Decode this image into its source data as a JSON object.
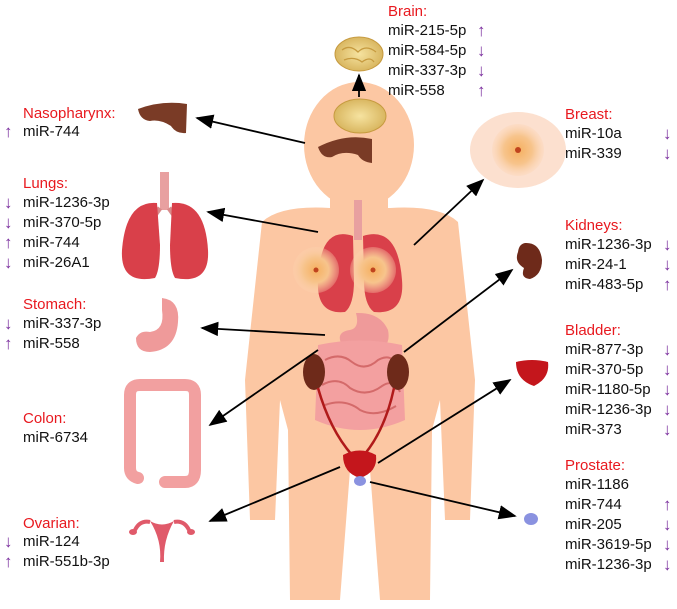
{
  "colors": {
    "title": "#e8191f",
    "up_arrow": "#7b2f9e",
    "down_arrow": "#7b2f9e",
    "skin": "#fcc7a3",
    "organ_red": "#d9404a",
    "kidney": "#6e2a1a"
  },
  "organs": {
    "brain": {
      "title": "Brain:",
      "mirnas": [
        {
          "name": "miR-215-5p",
          "dir": "up"
        },
        {
          "name": "miR-584-5p",
          "dir": "down"
        },
        {
          "name": "miR-337-3p",
          "dir": "down"
        },
        {
          "name": "miR-558",
          "dir": "up"
        }
      ]
    },
    "nasopharynx": {
      "title": "Nasopharynx:",
      "mirnas": [
        {
          "name": "miR-744",
          "dir": "up"
        }
      ]
    },
    "lungs": {
      "title": "Lungs:",
      "mirnas": [
        {
          "name": "miR-1236-3p",
          "dir": "down"
        },
        {
          "name": "miR-370-5p",
          "dir": "down"
        },
        {
          "name": "miR-744",
          "dir": "up"
        },
        {
          "name": "miR-26A1",
          "dir": "down"
        }
      ]
    },
    "stomach": {
      "title": "Stomach:",
      "mirnas": [
        {
          "name": "miR-337-3p",
          "dir": "down"
        },
        {
          "name": "miR-558",
          "dir": "up"
        }
      ]
    },
    "colon": {
      "title": "Colon:",
      "mirnas": [
        {
          "name": "miR-6734",
          "dir": ""
        }
      ]
    },
    "ovarian": {
      "title": "Ovarian:",
      "mirnas": [
        {
          "name": "miR-124",
          "dir": "down"
        },
        {
          "name": "miR-551b-3p",
          "dir": "up"
        }
      ]
    },
    "breast": {
      "title": "Breast:",
      "mirnas": [
        {
          "name": "miR-10a",
          "dir": "down"
        },
        {
          "name": "miR-339",
          "dir": "down"
        }
      ]
    },
    "kidneys": {
      "title": "Kidneys:",
      "mirnas": [
        {
          "name": "miR-1236-3p",
          "dir": "down"
        },
        {
          "name": "miR-24-1",
          "dir": "down"
        },
        {
          "name": "miR-483-5p",
          "dir": "up"
        }
      ]
    },
    "bladder": {
      "title": "Bladder:",
      "mirnas": [
        {
          "name": "miR-877-3p",
          "dir": "down"
        },
        {
          "name": "miR-370-5p",
          "dir": "down"
        },
        {
          "name": "miR-1180-5p",
          "dir": "down"
        },
        {
          "name": "miR-1236-3p",
          "dir": "down"
        },
        {
          "name": "miR-373",
          "dir": "down"
        }
      ]
    },
    "prostate": {
      "title": "Prostate:",
      "mirnas": [
        {
          "name": "miR-1186",
          "dir": ""
        },
        {
          "name": "miR-744",
          "dir": "up"
        },
        {
          "name": "miR-205",
          "dir": "down"
        },
        {
          "name": "miR-3619-5p",
          "dir": "down"
        },
        {
          "name": "miR-1236-3p",
          "dir": "down"
        }
      ]
    }
  },
  "arrow_glyphs": {
    "up": "↑",
    "down": "↓"
  }
}
